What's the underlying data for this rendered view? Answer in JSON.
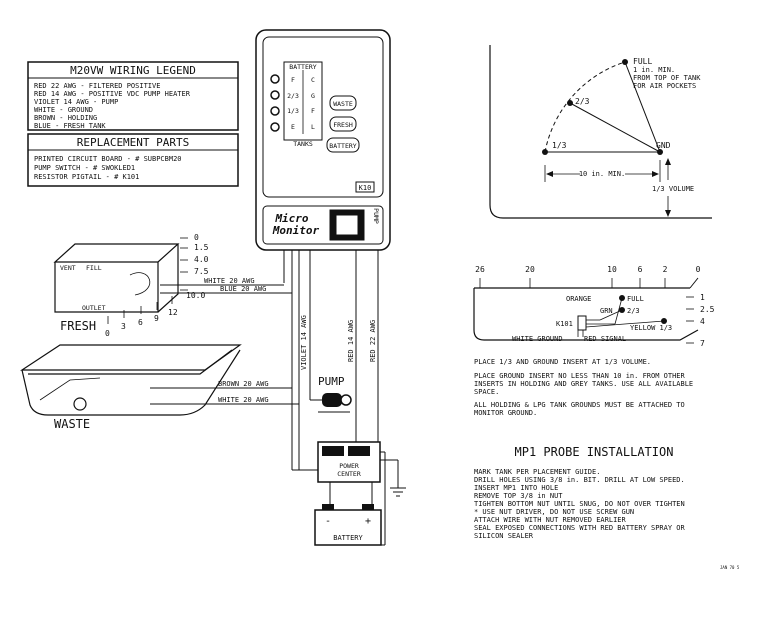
{
  "legend": {
    "title": "M20VW WIRING LEGEND",
    "lines": [
      "RED  22 AWG - FILTERED POSITIVE",
      "RED  14 AWG - POSITIVE VDC PUMP HEATER",
      "VIOLET 14 AWG - PUMP",
      "WHITE - GROUND",
      "BROWN - HOLDING",
      "BLUE - FRESH TANK"
    ]
  },
  "parts": {
    "title": "REPLACEMENT PARTS",
    "lines": [
      "PRINTED CIRCUIT BOARD - # SUBPCBM20",
      "PUMP SWITCH - # SWOKLED1",
      "RESISTOR PIGTAIL - # K101"
    ]
  },
  "monitor": {
    "battery": "BATTERY",
    "levels": [
      "F",
      "2/3",
      "1/3",
      "E"
    ],
    "battery_levels": [
      "C",
      "G",
      "F",
      "L"
    ],
    "tanks": "TANKS",
    "buttons": [
      "WASTE",
      "FRESH",
      "BATTERY"
    ],
    "model": "K10",
    "logo_line1": "Micro",
    "logo_line2": "Monitor",
    "pump": "PUMP"
  },
  "fresh_tank": {
    "label": "FRESH",
    "vent": "VENT",
    "fill": "FILL",
    "outlet": "OUTLET",
    "heights": [
      "0",
      "1.5",
      "4.0",
      "7.5",
      "10.0"
    ],
    "bottom": [
      "0",
      "3",
      "6",
      "9",
      "12"
    ]
  },
  "waste_tank": {
    "label": "WASTE"
  },
  "wires": {
    "white20_top": "WHITE 20 AWG",
    "blue20": "BLUE 20 AWG",
    "violet14": "VIOLET 14 AWG",
    "red14": "RED 14 AWG",
    "red22": "RED 22 AWG",
    "brown20": "BROWN 20 AWG",
    "white20_bottom": "WHITE 20 AWG"
  },
  "pump": {
    "label": "PUMP"
  },
  "power_center": {
    "label_line1": "POWER",
    "label_line2": "CENTER"
  },
  "battery": {
    "label": "BATTERY",
    "minus": "-",
    "plus": "+"
  },
  "probe_guide": {
    "full": "FULL",
    "full_note": [
      "1 in. MIN.",
      "FROM TOP OF TANK",
      "FOR AIR POCKETS"
    ],
    "two_thirds": "2/3",
    "one_third": "1/3",
    "gnd": "GND",
    "min_dim": "10 in. MIN.",
    "volume": "1/3 VOLUME"
  },
  "scale": {
    "top": [
      "26",
      "20",
      "10",
      "6",
      "2",
      "0"
    ],
    "right": [
      "1",
      "2.5",
      "4",
      "7"
    ],
    "orange_full": "ORANGE",
    "full": "FULL",
    "grn": "GRN",
    "grn_level": "2/3",
    "k101": "K101",
    "yellow": "YELLOW 1/3",
    "white_ground": "WHITE GROUND",
    "red_signal": "RED SIGNAL"
  },
  "notes": [
    "PLACE 1/3 AND GROUND INSERT AT 1/3 VOLUME.",
    "PLACE GROUND INSERT NO LESS THAN 10 in. FROM OTHER",
    "INSERTS IN HOLDING AND GREY TANKS. USE ALL AVAILABLE",
    "SPACE.",
    "ALL HOLDING & LPG TANK GROUNDS MUST BE ATTACHED TO",
    "MONITOR GROUND."
  ],
  "install": {
    "title": "MP1 PROBE INSTALLATION",
    "steps": [
      "MARK TANK PER PLACEMENT GUIDE.",
      "DRILL HOLES USING 3/8 in. BIT. DRILL AT LOW SPEED.",
      "INSERT MP1 INTO HOLE",
      "REMOVE TOP 3/8 in NUT",
      "TIGHTEN BOTTOM NUT UNTIL SNUG, DO NOT OVER TIGHTEN",
      "* USE NUT DRIVER, DO NOT USE SCREW GUN",
      "ATTACH WIRE WITH NUT REMOVED EARLIER",
      "SEAL EXPOSED CONNECTIONS WITH RED BATTERY SPRAY OR",
      "SILICON SEALER"
    ]
  },
  "footer_code": "JAN 70 5"
}
